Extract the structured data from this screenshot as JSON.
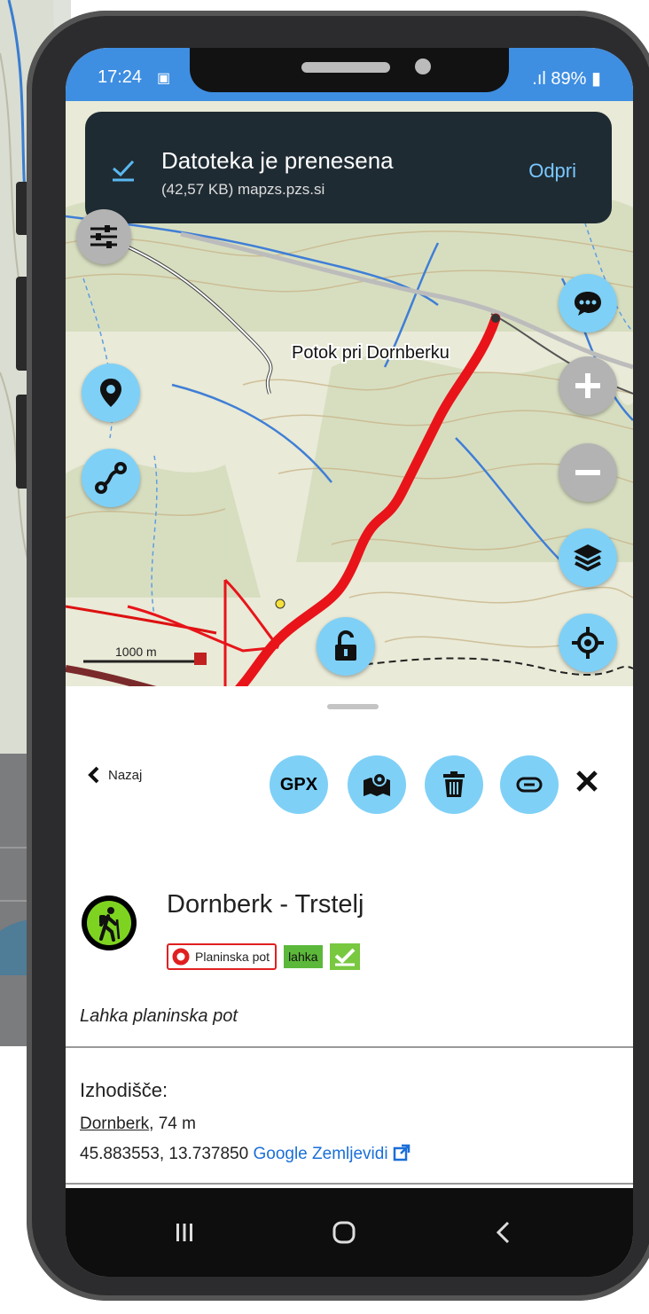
{
  "status_bar": {
    "time": "17:24",
    "battery": "89%"
  },
  "download_toast": {
    "title": "Datoteka je prenesena",
    "subtitle": "(42,57 KB) mapzs.pzs.si",
    "action": "Odpri"
  },
  "map": {
    "place_label": "Potok pri Dornberku",
    "scale_label": "1000 m"
  },
  "sheet": {
    "back_label": "Nazaj",
    "gpx_label": "GPX",
    "trail_title": "Dornberk - Trstelj",
    "badge_type": "Planinska pot",
    "badge_difficulty": "lahka",
    "description": "Lahka planinska pot",
    "start_heading": "Izhodišče:",
    "start_place": "Dornberk",
    "start_altitude": ", 74 m",
    "start_coords": "45.883553, 13.737850",
    "google_maps_label": "Google Zemljevidi"
  },
  "colors": {
    "accent": "#7fd0f6",
    "route": "#e8141a",
    "status_bar": "#3e8ee2"
  }
}
